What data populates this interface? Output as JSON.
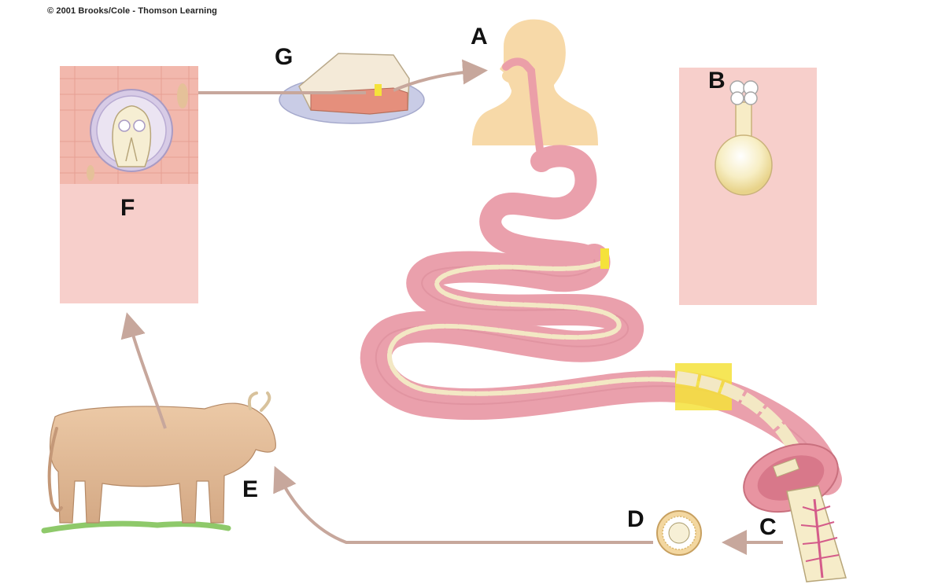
{
  "copyright": "© 2001 Brooks/Cole - Thomson Learning",
  "labels": {
    "a": "A",
    "b": "B",
    "c": "C",
    "d": "D",
    "e": "E",
    "f": "F",
    "g": "G"
  },
  "colors": {
    "skin": "#f7d9a8",
    "intestine": "#eaa0ac",
    "intestine_dark": "#c9707e",
    "muscle": "#f6c2b8",
    "panel_pink": "#f7cfcb",
    "proglottid": "#f3e8c4",
    "highlight": "#f5e23a",
    "arrow": "#c7a79c",
    "cow": "#e0b894",
    "plate": "#c9cce6"
  }
}
